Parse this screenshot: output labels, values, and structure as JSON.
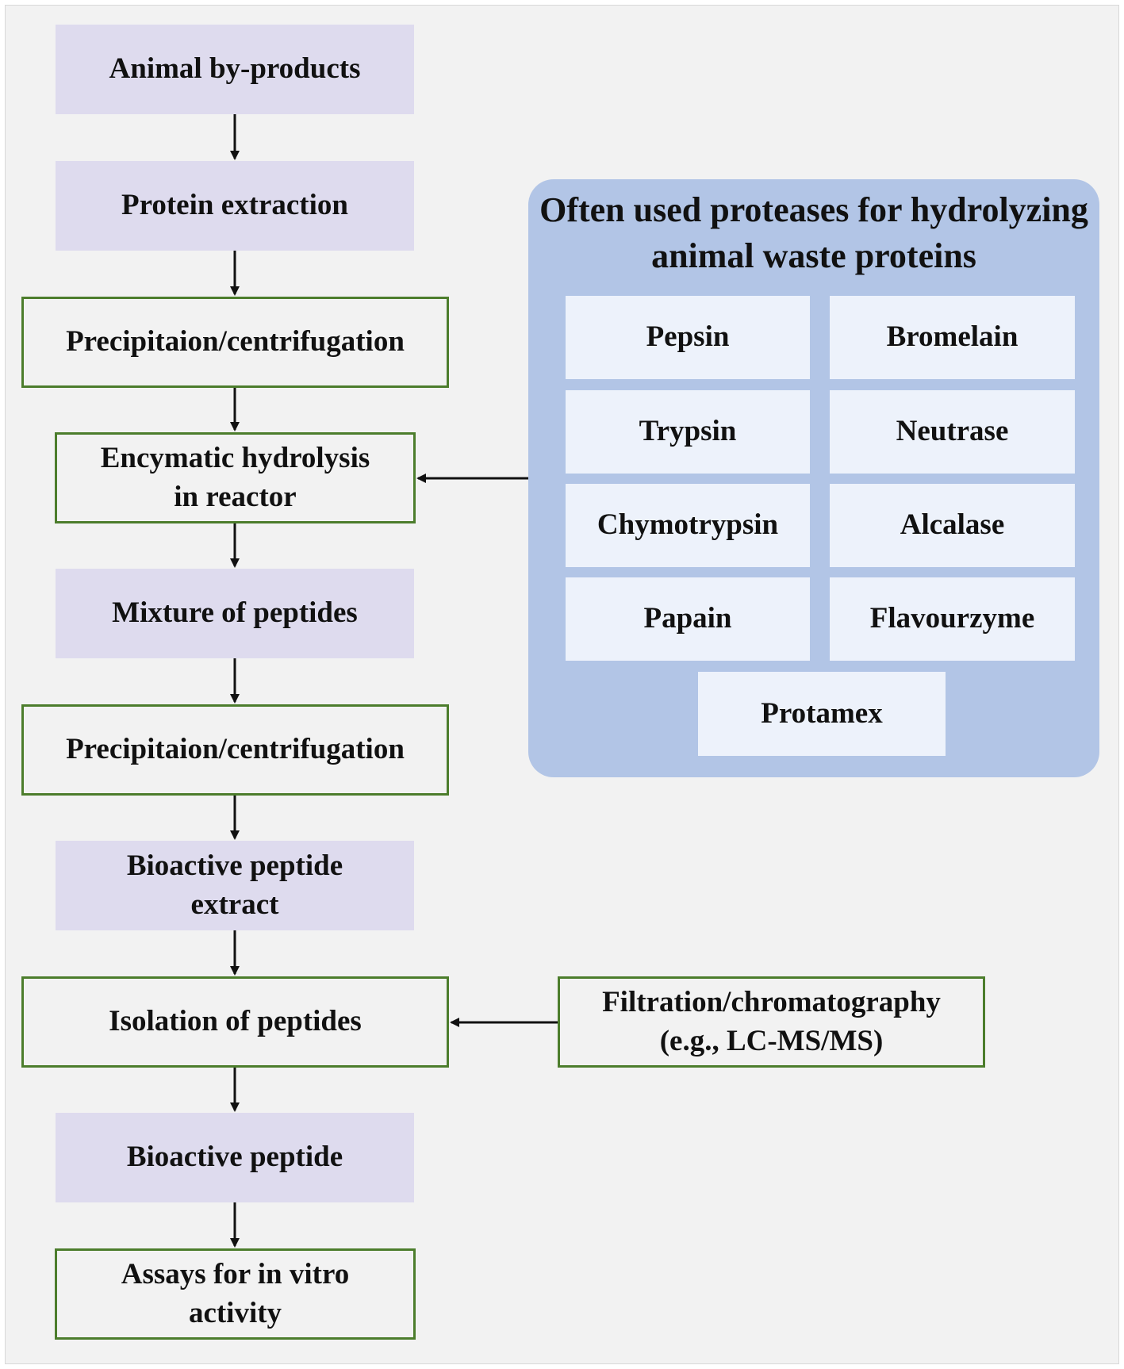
{
  "flow": {
    "animal_byproducts": "Animal by-products",
    "protein_extraction": "Protein extraction",
    "precipitation_1": "Precipitaion/centrifugation",
    "enzymatic_hydrolysis": "Encymatic hydrolysis in reactor",
    "mixture_of_peptides": "Mixture of peptides",
    "precipitation_2": "Precipitaion/centrifugation",
    "bioactive_extract": "Bioactive peptide extract",
    "isolation": "Isolation of peptides",
    "bioactive_peptide": "Bioactive peptide",
    "assays": "Assays for in vitro activity"
  },
  "proteases": {
    "title": "Often used proteases for hydrolyzing animal waste proteins",
    "items": [
      "Pepsin",
      "Bromelain",
      "Trypsin",
      "Neutrase",
      "Chymotrypsin",
      "Alcalase",
      "Papain",
      "Flavourzyme",
      "Protamex"
    ]
  },
  "filtration": "Filtration/chromatography (e.g., LC-MS/MS)",
  "colors": {
    "purple_fill": "#dedbee",
    "green_border": "#4c7d2c",
    "panel_fill": "#b2c5e6",
    "enzyme_fill": "#edf2fb"
  }
}
